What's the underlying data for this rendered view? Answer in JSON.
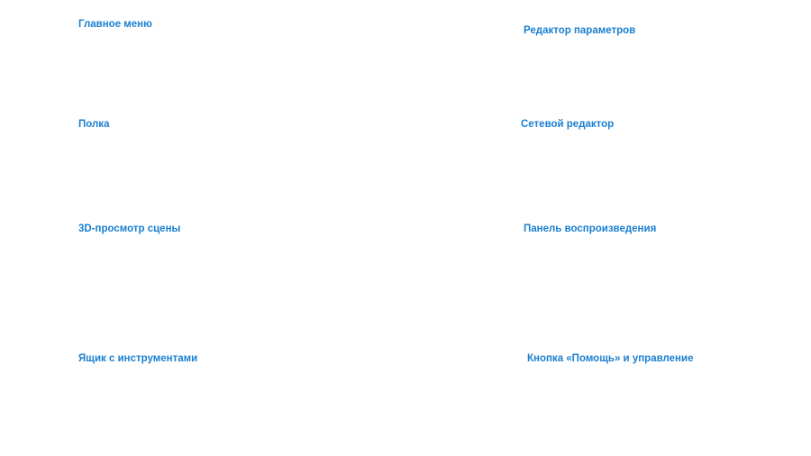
{
  "links": {
    "main_menu": "Главное меню",
    "parameter_editor": "Редактор параметров",
    "shelf": "Полка",
    "network_editor": "Сетевой редактор",
    "scene_view_3d": "3D-просмотр сцены",
    "playbar": "Панель воспроизведения",
    "toolbox": "Ящик с инструментами",
    "help_and_controls": "Кнопка «Помощь» и управление"
  },
  "colors": {
    "link": "#1a7fd0",
    "background": "#ffffff"
  }
}
